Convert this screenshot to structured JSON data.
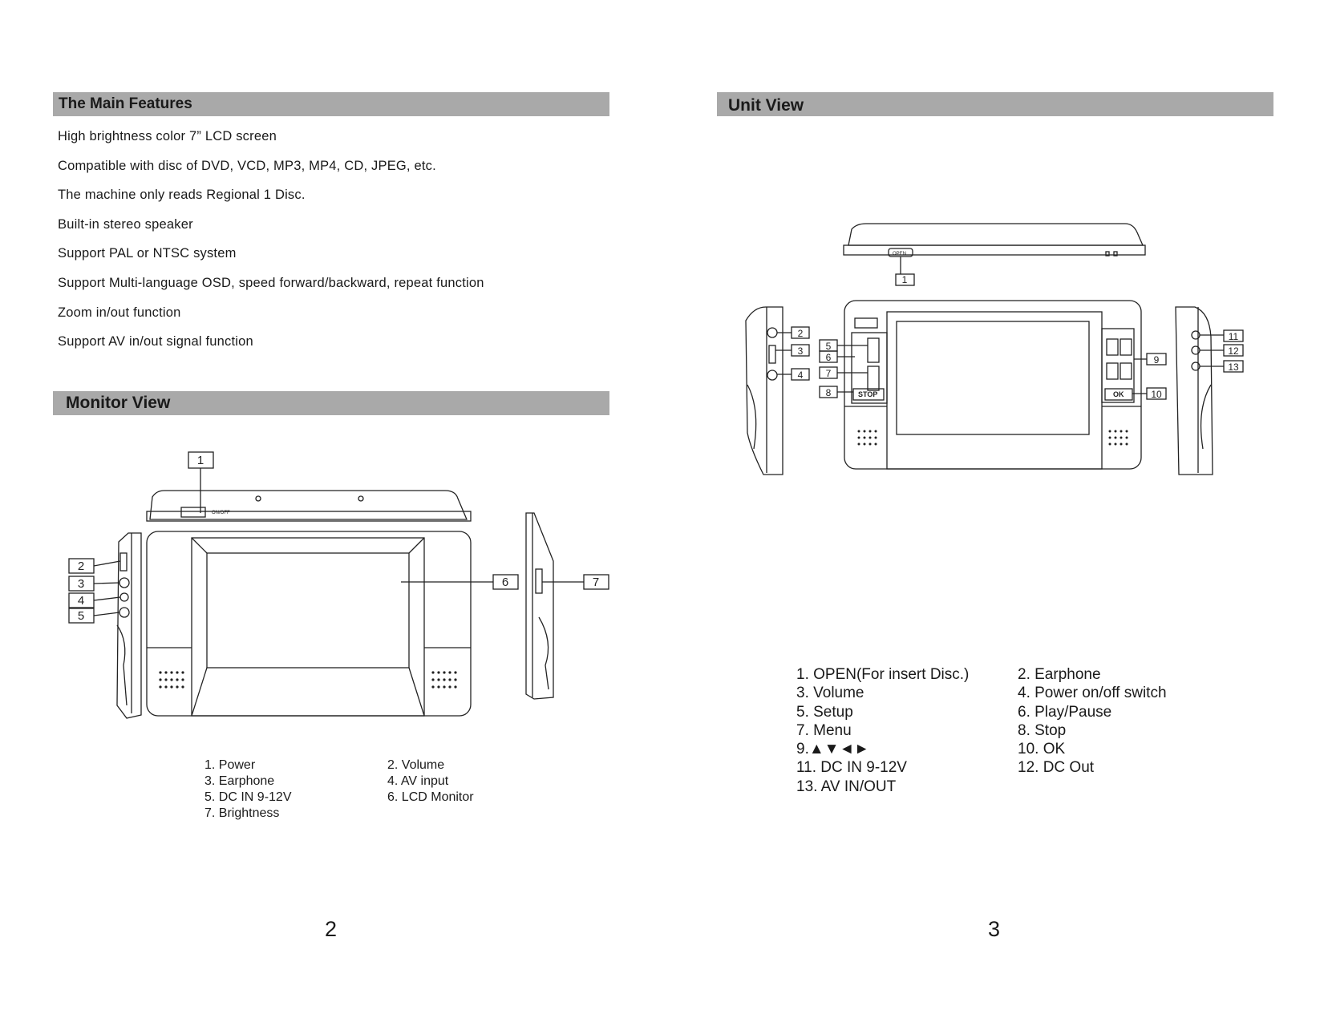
{
  "left_page": {
    "features_title": "The Main Features",
    "features": [
      "High brightness color 7” LCD screen",
      "Compatible with disc of  DVD, VCD, MP3, MP4, CD, JPEG, etc.",
      "The machine only reads Regional 1 Disc.",
      "Built-in stereo speaker",
      "Support PAL or NTSC system",
      "Support Multi-language OSD, speed forward/backward, repeat function",
      "Zoom in/out function",
      "Support AV in/out signal function"
    ],
    "monitor_title": "Monitor View",
    "monitor_callouts": [
      "1",
      "2",
      "3",
      "4",
      "5",
      "6",
      "7"
    ],
    "monitor_switch_label": "ON/OFF",
    "monitor_legend_col1": [
      "1. Power",
      "3. Earphone",
      "5. DC IN 9-12V",
      "7. Brightness"
    ],
    "monitor_legend_col2": [
      "2. Volume",
      "4. AV input",
      "6. LCD Monitor"
    ],
    "page_number": "2"
  },
  "right_page": {
    "unit_title": "Unit View",
    "unit_callouts": [
      "1",
      "2",
      "3",
      "4",
      "5",
      "6",
      "7",
      "8",
      "9",
      "10",
      "11",
      "12",
      "13"
    ],
    "unit_open_label": "OPEN",
    "unit_stop_label": "STOP",
    "unit_ok_label": "OK",
    "unit_legend_col1": [
      "1. OPEN(For insert Disc.)",
      "3. Volume",
      "5. Setup",
      "7. Menu",
      "9.▲▼◄►",
      "11. DC IN 9-12V",
      "13. AV IN/OUT"
    ],
    "unit_legend_col2": [
      "2. Earphone",
      "4. Power on/off switch",
      "6. Play/Pause",
      "8. Stop",
      "10. OK",
      "12. DC Out"
    ],
    "page_number": "3"
  }
}
